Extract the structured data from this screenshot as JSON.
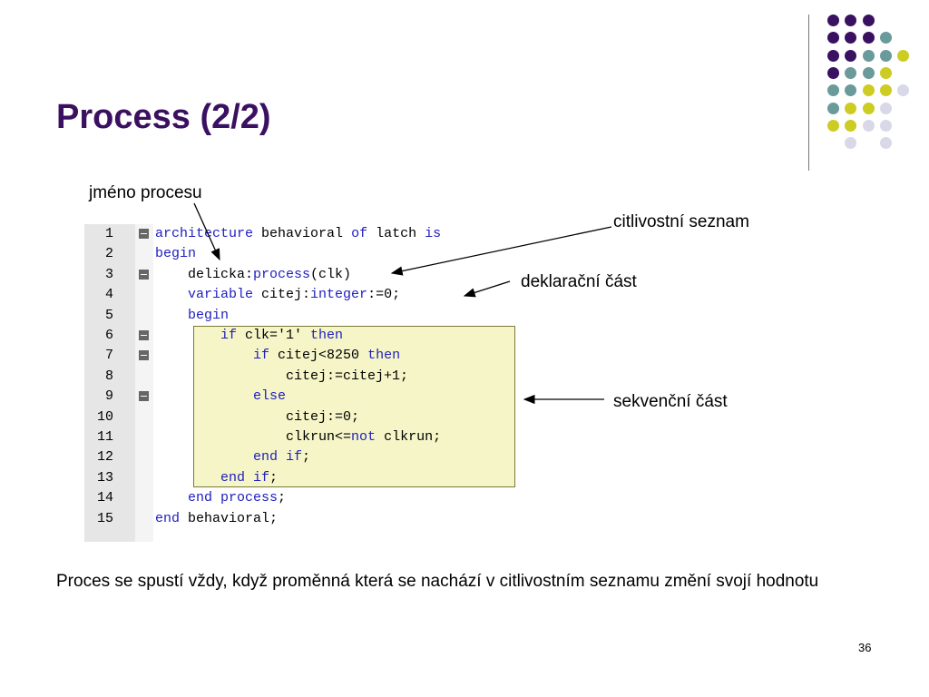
{
  "slide": {
    "title": "Process (2/2)",
    "labels": {
      "process_name": "jméno procesu",
      "sensitivity_list": "citlivostní seznam",
      "declarative_part": "deklarační část",
      "sequential_part": "sekvenční část"
    },
    "body_text": "Proces se spustí vždy, když proměnná která se nachází v citlivostním seznamu změní svojí hodnotu",
    "page_number": "36"
  },
  "code": {
    "lines": [
      {
        "num": "1",
        "fold": true,
        "tokens": [
          [
            "kw",
            "architecture"
          ],
          [
            "tx",
            " behavioral "
          ],
          [
            "kw",
            "of"
          ],
          [
            "tx",
            " latch "
          ],
          [
            "kw",
            "is"
          ]
        ]
      },
      {
        "num": "2",
        "fold": false,
        "tokens": [
          [
            "kw",
            "begin"
          ]
        ]
      },
      {
        "num": "3",
        "fold": true,
        "tokens": [
          [
            "tx",
            "    delicka:"
          ],
          [
            "kw",
            "process"
          ],
          [
            "tx",
            "(clk)"
          ]
        ]
      },
      {
        "num": "4",
        "fold": false,
        "tokens": [
          [
            "tx",
            "    "
          ],
          [
            "kw",
            "variable"
          ],
          [
            "tx",
            " citej:"
          ],
          [
            "kw",
            "integer"
          ],
          [
            "tx",
            ":=0;"
          ]
        ]
      },
      {
        "num": "5",
        "fold": false,
        "tokens": [
          [
            "tx",
            "    "
          ],
          [
            "kw",
            "begin"
          ]
        ]
      },
      {
        "num": "6",
        "fold": true,
        "tokens": [
          [
            "tx",
            "        "
          ],
          [
            "kw",
            "if"
          ],
          [
            "tx",
            " clk='1' "
          ],
          [
            "kw",
            "then"
          ]
        ]
      },
      {
        "num": "7",
        "fold": true,
        "tokens": [
          [
            "tx",
            "            "
          ],
          [
            "kw",
            "if"
          ],
          [
            "tx",
            " citej<8250 "
          ],
          [
            "kw",
            "then"
          ]
        ]
      },
      {
        "num": "8",
        "fold": false,
        "tokens": [
          [
            "tx",
            "                citej:=citej+1;"
          ]
        ]
      },
      {
        "num": "9",
        "fold": true,
        "tokens": [
          [
            "tx",
            "            "
          ],
          [
            "kw",
            "else"
          ]
        ]
      },
      {
        "num": "10",
        "fold": false,
        "tokens": [
          [
            "tx",
            "                citej:=0;"
          ]
        ]
      },
      {
        "num": "11",
        "fold": false,
        "tokens": [
          [
            "tx",
            "                clkrun<="
          ],
          [
            "kw",
            "not"
          ],
          [
            "tx",
            " clkrun;"
          ]
        ]
      },
      {
        "num": "12",
        "fold": false,
        "tokens": [
          [
            "tx",
            "            "
          ],
          [
            "kw",
            "end if"
          ],
          [
            "tx",
            ";"
          ]
        ]
      },
      {
        "num": "13",
        "fold": false,
        "tokens": [
          [
            "tx",
            "        "
          ],
          [
            "kw",
            "end if"
          ],
          [
            "tx",
            ";"
          ]
        ]
      },
      {
        "num": "14",
        "fold": false,
        "tokens": [
          [
            "tx",
            "    "
          ],
          [
            "kw",
            "end process"
          ],
          [
            "tx",
            ";"
          ]
        ]
      },
      {
        "num": "15",
        "fold": false,
        "tokens": [
          [
            "kw",
            "end"
          ],
          [
            "tx",
            " behavioral;"
          ]
        ]
      }
    ]
  },
  "colors": {
    "title": "#3a1060",
    "keyword": "#2020c0",
    "highlight": "#f5f5c8",
    "dot_purple": "#3a1060",
    "dot_teal": "#6a9a9a",
    "dot_yellow": "#cccc22",
    "dot_lavender": "#d8d8e8"
  },
  "decoration": {
    "dot_grid": [
      [
        "purple",
        "purple",
        "purple",
        "none"
      ],
      [
        "purple",
        "purple",
        "purple",
        "teal"
      ],
      [
        "purple",
        "purple",
        "teal",
        "teal",
        "yellow"
      ],
      [
        "purple",
        "teal",
        "teal",
        "yellow"
      ],
      [
        "teal",
        "teal",
        "yellow",
        "yellow",
        "lavender"
      ],
      [
        "teal",
        "yellow",
        "yellow",
        "lavender"
      ],
      [
        "yellow",
        "yellow",
        "lavender",
        "lavender"
      ],
      [
        "none",
        "lavender",
        "none",
        "lavender"
      ]
    ]
  }
}
